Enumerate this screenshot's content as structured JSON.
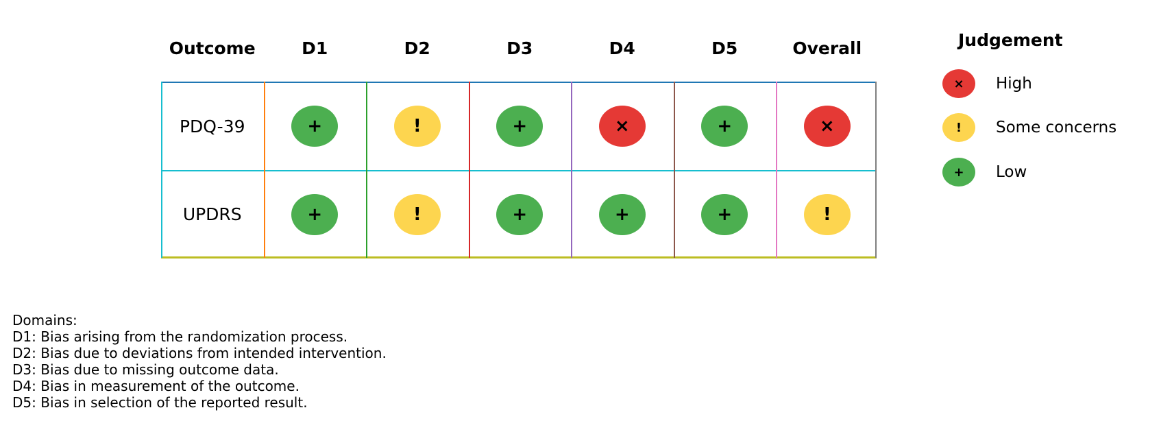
{
  "table": {
    "headers": [
      "Outcome",
      "D1",
      "D2",
      "D3",
      "D4",
      "D5",
      "Overall"
    ],
    "rows": [
      {
        "outcome": "PDQ-39",
        "judgements": [
          "Low",
          "Some concerns",
          "Low",
          "High",
          "Low",
          "High"
        ]
      },
      {
        "outcome": "UPDRS",
        "judgements": [
          "Low",
          "Some concerns",
          "Low",
          "Low",
          "Low",
          "Some concerns"
        ]
      }
    ],
    "line_colors": {
      "top": "#1f77b4",
      "middle": "#17becf",
      "bottom": "#bcbd22",
      "left": "#17becf",
      "col_separators": [
        "#ff7f0e",
        "#2ca02c",
        "#d62728",
        "#9467bd",
        "#8c564b",
        "#e377c2"
      ],
      "right": "#7f7f7f"
    }
  },
  "legend": {
    "title": "Judgement",
    "items": [
      {
        "label": "High",
        "symbol": "×",
        "color": "#e53935"
      },
      {
        "label": "Some concerns",
        "symbol": "!",
        "color": "#fdd54f"
      },
      {
        "label": "Low",
        "symbol": "+",
        "color": "#4caf50"
      }
    ]
  },
  "symbols": {
    "High": {
      "glyph": "×",
      "color": "#e53935"
    },
    "Some concerns": {
      "glyph": "!",
      "color": "#fdd54f"
    },
    "Low": {
      "glyph": "+",
      "color": "#4caf50"
    }
  },
  "domains": {
    "title": "Domains:",
    "items": [
      "D1: Bias arising from the randomization process.",
      "D2: Bias due to deviations from intended intervention.",
      "D3: Bias due to missing outcome data.",
      "D4: Bias in measurement of the outcome.",
      "D5: Bias in selection of the reported result."
    ]
  }
}
